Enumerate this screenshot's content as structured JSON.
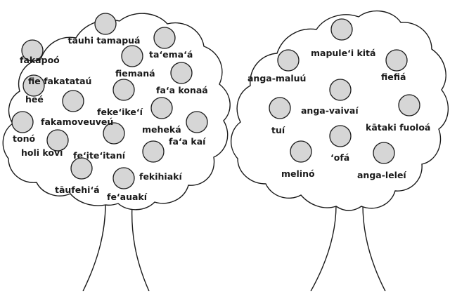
{
  "colors": {
    "fruit_fill": "#d6d6d6",
    "outline": "#1a1a1a",
    "background": "#ffffff"
  },
  "left_tree": {
    "labels": [
      "tauhi tamapuá",
      "fakapoó",
      "ta‘ema‘á",
      "fie fakatataú",
      "fiemaná",
      "heé",
      "fa‘a konaá",
      "feke‘ike‘í",
      "fakamoveuveú",
      "meheká",
      "tonó",
      "fa‘a kaí",
      "holi koví",
      "fe‘ite‘itaní",
      "tāufehi‘á",
      "fekihiakí",
      "fe‘auakí"
    ]
  },
  "right_tree": {
    "labels": [
      "mapule‘i kitá",
      "anga-maluú",
      "fiefiá",
      "anga-vaivaí",
      "tuí",
      "kātaki fuoloá",
      "‘ofá",
      "melinó",
      "anga-leleí"
    ]
  }
}
